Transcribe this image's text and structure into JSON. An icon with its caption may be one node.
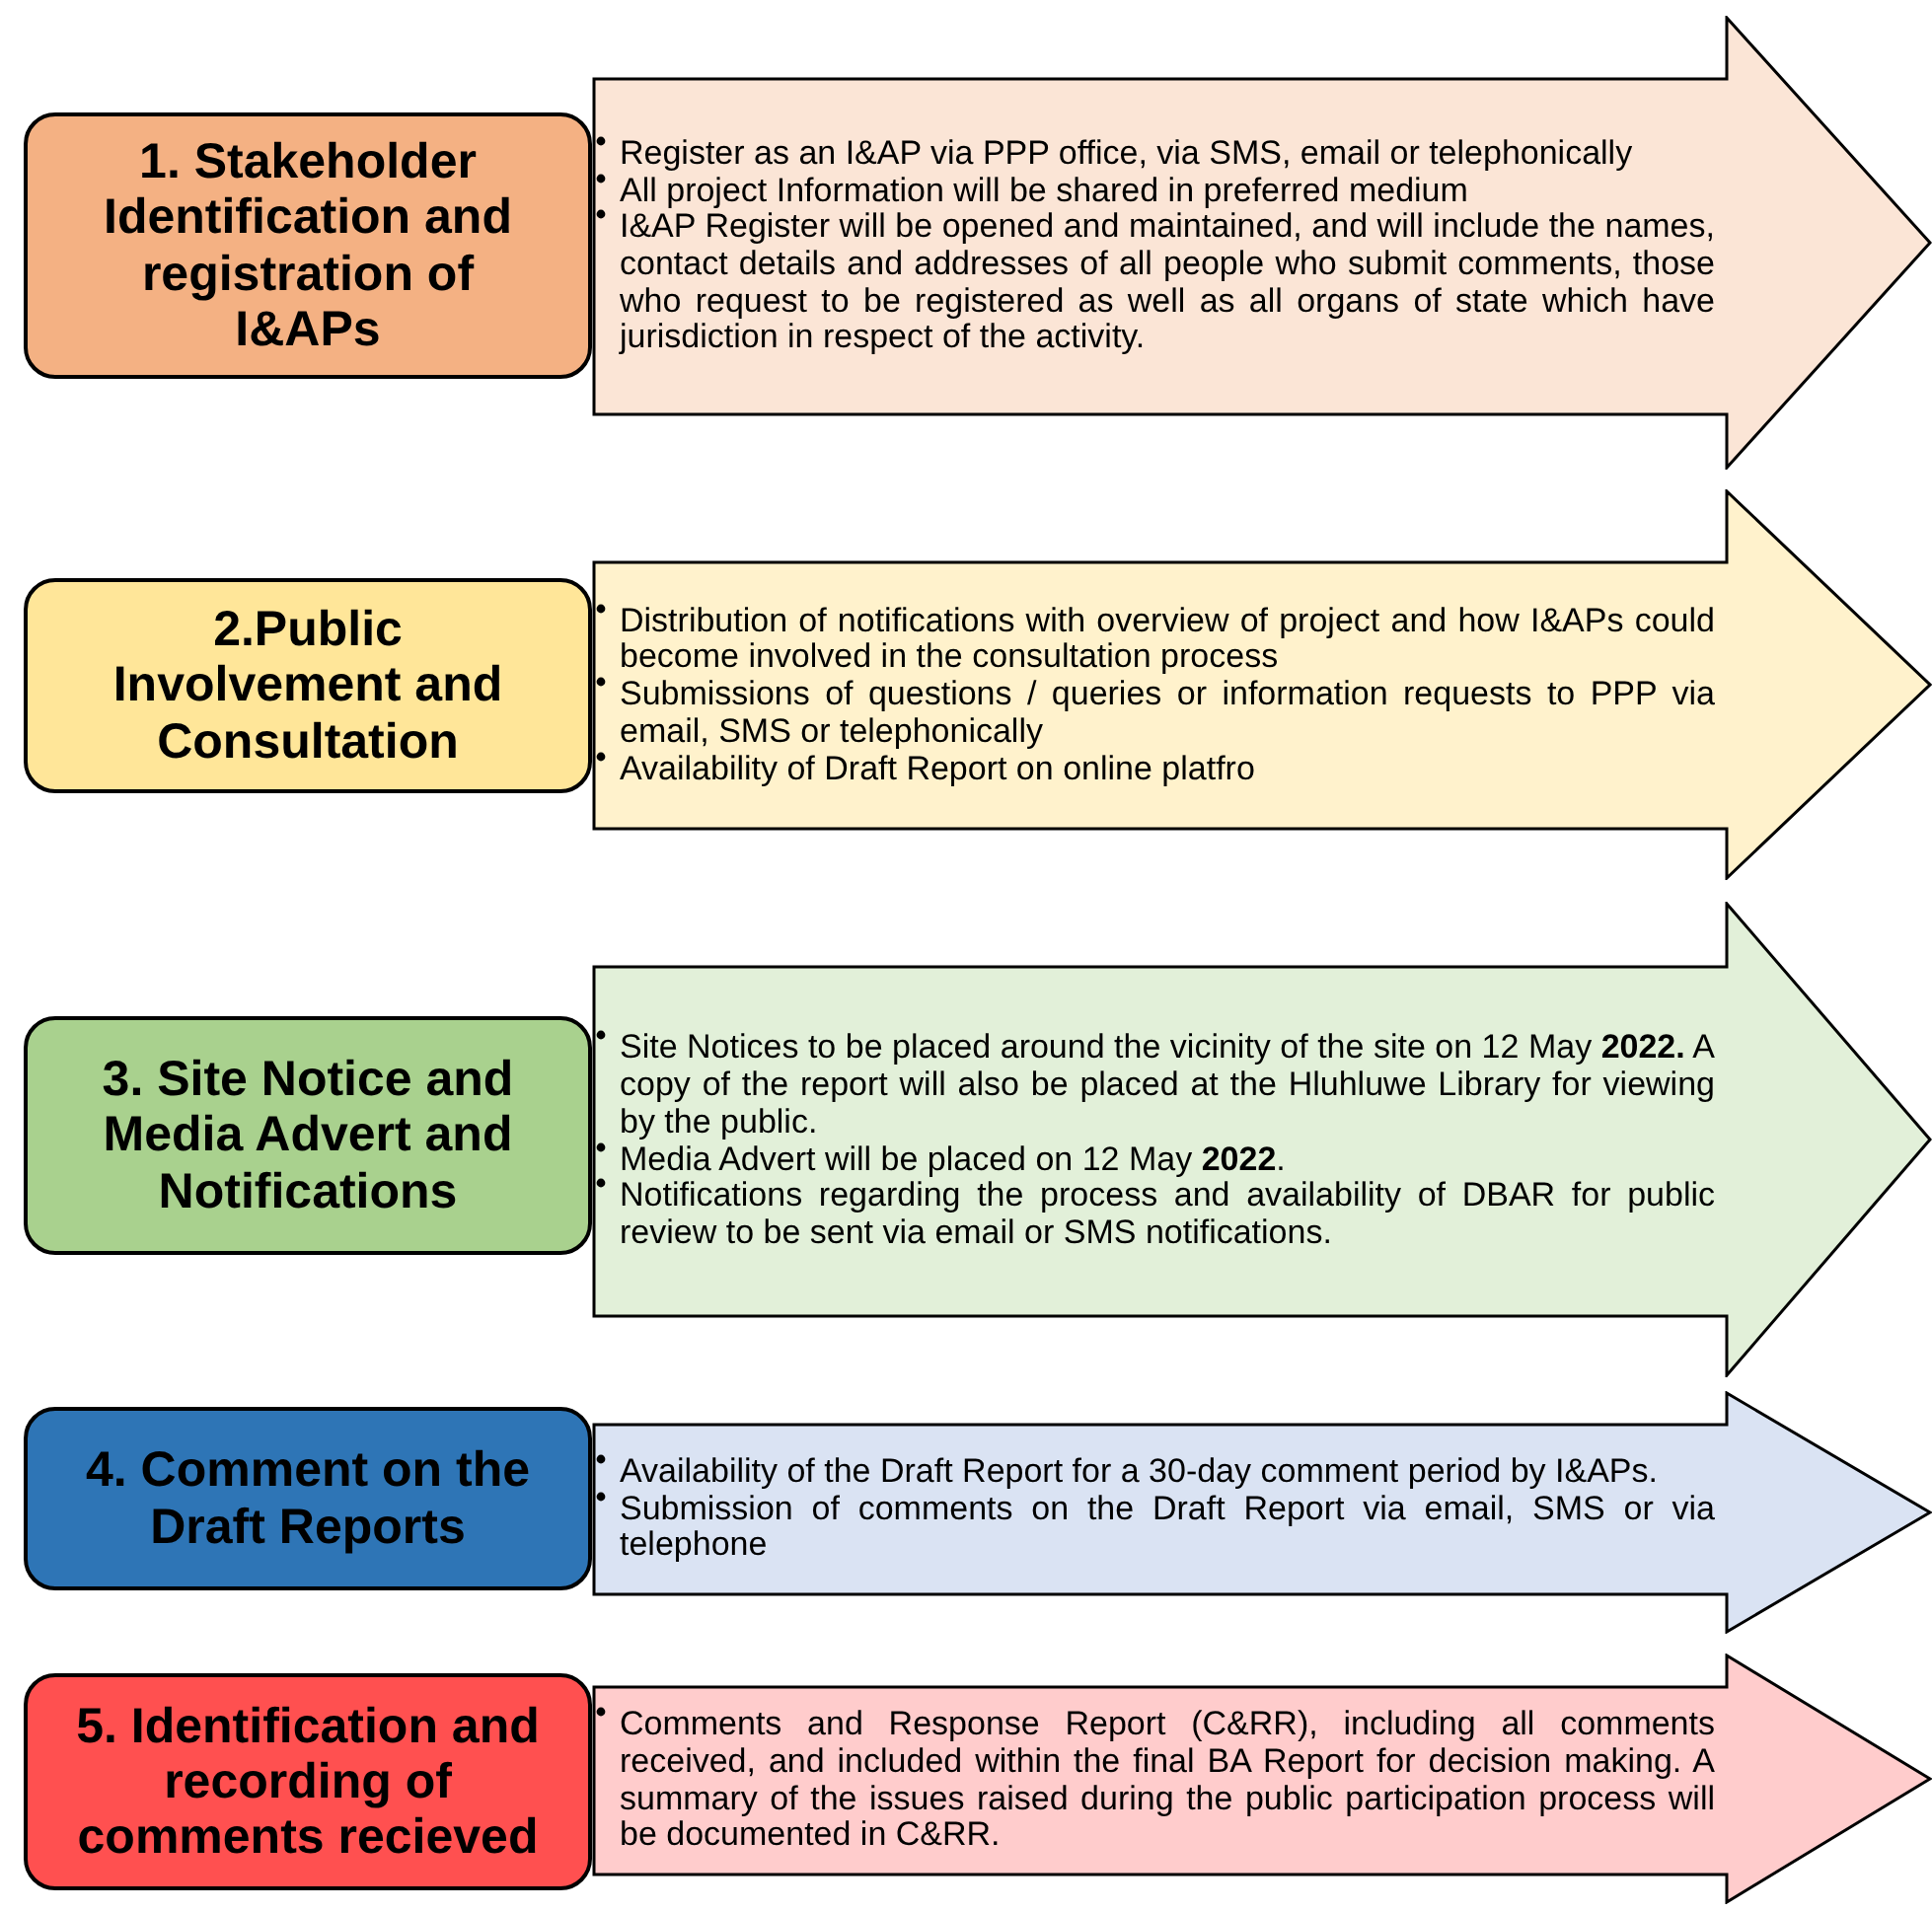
{
  "diagram": {
    "nodes": [
      {
        "text": [
          "1. Stakeholder Identification and registration of I&APs"
        ]
      },
      {
        "text": [
          "Register as an I&AP via PPP office, via SMS, email or telephonically",
          "All project Information will be shared in preferred medium",
          "I&AP Register will be opened and maintained, and will include the names, contact details and addresses of all people who submit comments, those who request to be registered as well as all organs of state which have jurisdiction in respect of the activity."
        ]
      },
      {
        "text": [
          "2.Public Involvement and Consultation"
        ]
      },
      {
        "text": [
          "Distribution of notifications with overview of project and how I&APs could become involved in the consultation process",
          "Submissions of questions / queries or information requests to PPP via email, SMS or telephonically",
          "Availability of Draft Report on online platfro"
        ]
      },
      {
        "text": [
          "3. Site Notice and Media Advert and Notifications"
        ]
      },
      {
        "text": [
          "Site Notices to be placed around the vicinity of the site on 12 May **2022.** A copy of the report will also be placed at the Hluhluwe Library for viewing by the public.",
          "Media Advert will be placed on 12 May **2022**.",
          "Notifications regarding the process and availability of DBAR for public review to be sent via email or SMS notifications."
        ]
      },
      {
        "text": [
          "4. Comment on the Draft Reports"
        ]
      },
      {
        "text": [
          "Availability of the Draft Report for a 30-day comment period by I&APs.",
          "Submission of comments on the Draft Report via email, SMS or via telephone"
        ]
      },
      {
        "text": [
          "5. Identification and recording of comments recieved"
        ]
      },
      {
        "text": [
          "Comments and Response Report (C&RR), including all comments received, and included within the final BA Report for decision making. A summary of the issues raised during the public participation process will be documented in C&RR."
        ]
      }
    ],
    "edges": []
  }
}
